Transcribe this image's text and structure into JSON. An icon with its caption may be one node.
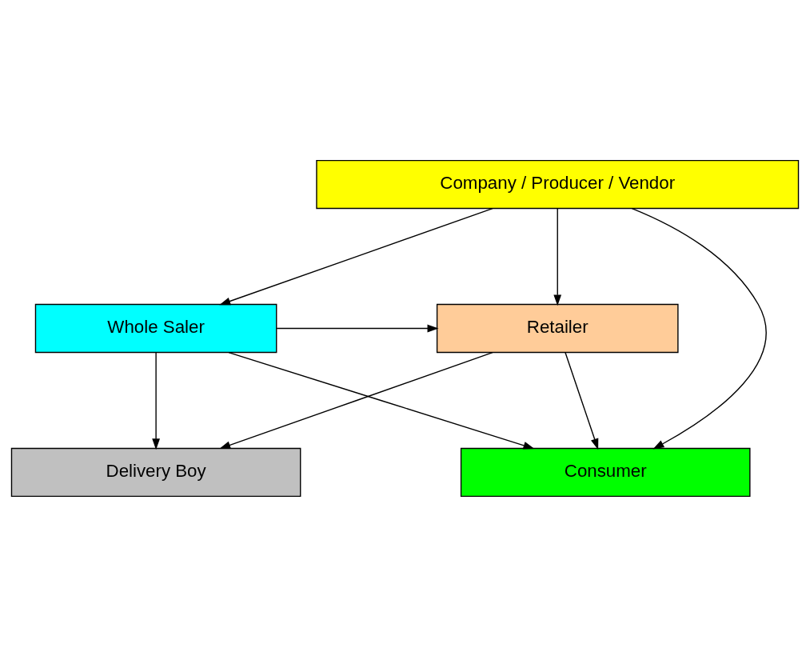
{
  "diagram": {
    "nodes": [
      {
        "text": [
          "Company / Producer / Vendor"
        ]
      },
      {
        "text": [
          "Whole Saler"
        ]
      },
      {
        "text": [
          "Retailer"
        ]
      },
      {
        "text": [
          "Delivery Boy"
        ]
      },
      {
        "text": [
          "Consumer"
        ]
      }
    ],
    "edges": [
      {
        "from": 0,
        "to": 1,
        "arrow": "to"
      },
      {
        "from": 0,
        "to": 4,
        "arrow": "to"
      },
      {
        "from": 0,
        "to": 2,
        "arrow": "to"
      },
      {
        "from": 1,
        "to": 2,
        "arrow": "to"
      },
      {
        "from": 1,
        "to": 3,
        "arrow": "to"
      },
      {
        "from": 1,
        "to": 4,
        "arrow": "to"
      },
      {
        "from": 2,
        "to": 3,
        "arrow": "to"
      },
      {
        "from": 2,
        "to": 4,
        "arrow": "to"
      }
    ]
  }
}
